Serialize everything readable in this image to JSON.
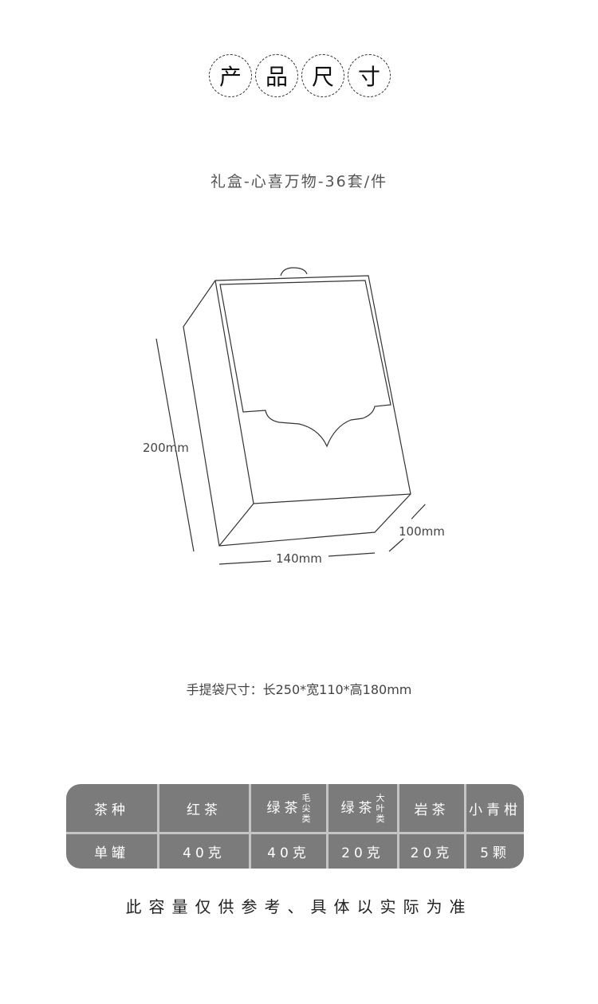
{
  "title": [
    "产",
    "品",
    "尺",
    "寸"
  ],
  "subtitle": "礼盒-心喜万物-36套/件",
  "dimensions": {
    "height": "200mm",
    "width": "140mm",
    "depth": "100mm"
  },
  "bag_size": "手提袋尺寸：长250*宽110*高180mm",
  "table": {
    "headers": [
      "茶种",
      "红茶",
      "绿茶",
      "绿茶",
      "岩茶",
      "小青柑"
    ],
    "header_notes": {
      "c2": [
        "毛",
        "尖",
        "类"
      ],
      "c3": [
        "大",
        "叶",
        "类"
      ]
    },
    "row_label": "单罐",
    "values": [
      "40克",
      "40克",
      "20克",
      "20克",
      "5颗"
    ]
  },
  "note": "此容量仅供参考、具体以实际为准"
}
